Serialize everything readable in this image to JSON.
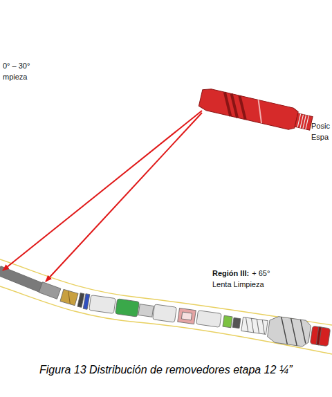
{
  "diagram": {
    "caption": "Figura 13 Distribución de removedores etapa 12 ¼”",
    "labels": [
      "0° – 30°",
      "mpieza",
      "Posic",
      "Espa",
      "Región III:",
      "+ 65°",
      "Lenta Limpieza"
    ]
  }
}
